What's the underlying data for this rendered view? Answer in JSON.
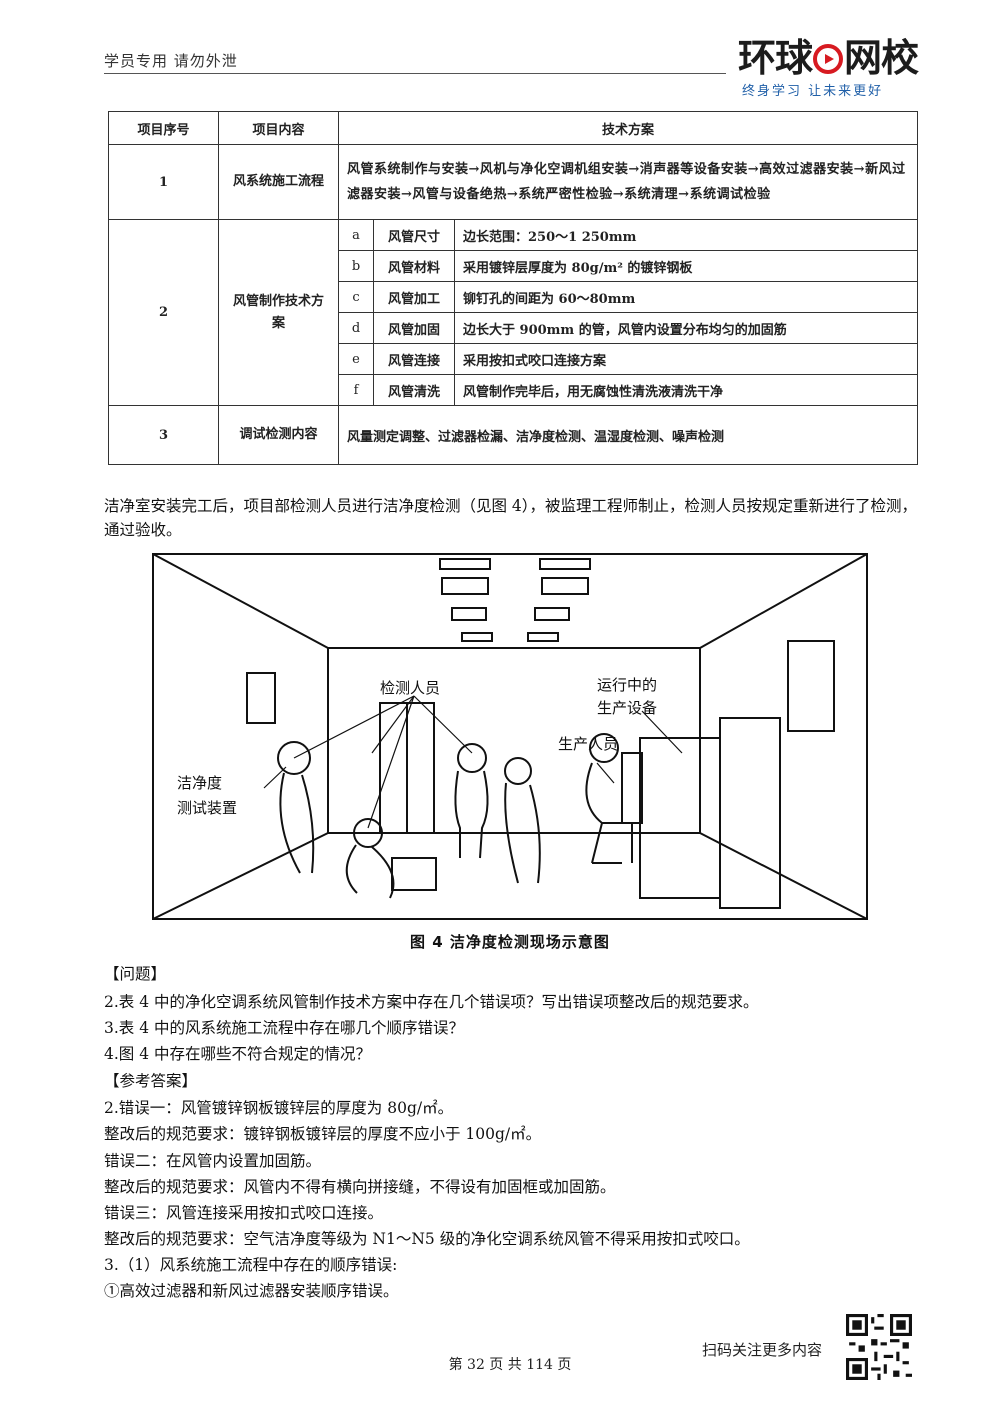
{
  "header": {
    "left_text": "学员专用  请勿外泄",
    "logo_prefix": "环球",
    "logo_suffix": "网校",
    "logo_tagline": "终身学习  让未来更好"
  },
  "table": {
    "headers": [
      "项目序号",
      "项目内容",
      "技术方案"
    ],
    "row1": {
      "no": "1",
      "content": "风系统施工流程",
      "plan": "风管系统制作与安装→风机与净化空调机组安装→消声器等设备安装→高效过滤器安装→新风过滤器安装→风管与设备绝热→系统严密性检验→系统清理→系统调试检验"
    },
    "row2": {
      "no": "2",
      "content": "风管制作技术方案",
      "items": [
        {
          "letter": "a",
          "cat": "风管尺寸",
          "desc": "边长范围：250～1 250mm"
        },
        {
          "letter": "b",
          "cat": "风管材料",
          "desc": "采用镀锌层厚度为 80g/m² 的镀锌钢板"
        },
        {
          "letter": "c",
          "cat": "风管加工",
          "desc": "铆钉孔的间距为 60～80mm"
        },
        {
          "letter": "d",
          "cat": "风管加固",
          "desc": "边长大于 900mm 的管，风管内设置分布均匀的加固筋"
        },
        {
          "letter": "e",
          "cat": "风管连接",
          "desc": "采用按扣式咬口连接方案"
        },
        {
          "letter": "f",
          "cat": "风管清洗",
          "desc": "风管制作完毕后，用无腐蚀性清洗液清洗干净"
        }
      ]
    },
    "row3": {
      "no": "3",
      "content": "调试检测内容",
      "plan": "风量测定调整、过滤器检漏、洁净度检测、温湿度检测、噪声检测"
    }
  },
  "intro_paragraph": "洁净室安装完工后，项目部检测人员进行洁净度检测（见图 4），被监理工程师制止，检测人员按规定重新进行了检测，通过验收。",
  "figure": {
    "caption": "图 4    洁净度检测现场示意图",
    "labels": {
      "inspector": "检测人员",
      "equipment_line1": "运行中的",
      "equipment_line2": "生产设备",
      "worker": "生产人员",
      "device_line1": "洁净度",
      "device_line2": "测试装置"
    }
  },
  "qa": {
    "question_header": "【问题】",
    "questions": [
      "2.表 4 中的净化空调系统风管制作技术方案中存在几个错误项？写出错误项整改后的规范要求。",
      "3.表 4 中的风系统施工流程中存在哪几个顺序错误？",
      "4.图 4 中存在哪些不符合规定的情况？"
    ],
    "answer_header": "【参考答案】",
    "answers": [
      "2.错误一：风管镀锌钢板镀锌层的厚度为 80g/㎡。",
      "整改后的规范要求：镀锌钢板镀锌层的厚度不应小于 100g/㎡。",
      "错误二：在风管内设置加固筋。",
      "整改后的规范要求：风管内不得有横向拼接缝，不得设有加固框或加固筋。",
      "错误三：风管连接采用按扣式咬口连接。",
      "整改后的规范要求：空气洁净度等级为 N1～N5 级的净化空调系统风管不得采用按扣式咬口。",
      "3.（1）风系统施工流程中存在的顺序错误:",
      "①高效过滤器和新风过滤器安装顺序错误。"
    ]
  },
  "footer": {
    "page_text": "第 32 页 共 114 页",
    "scan_text": "扫码关注更多内容"
  }
}
